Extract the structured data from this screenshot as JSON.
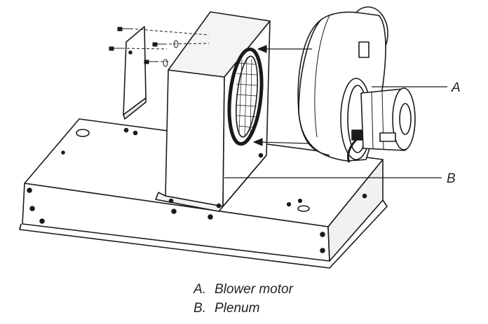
{
  "callouts": {
    "a": "A",
    "b": "B"
  },
  "legend": [
    {
      "key": "A.",
      "text": "Blower motor"
    },
    {
      "key": "B.",
      "text": "Plenum"
    }
  ],
  "colors": {
    "line": "#1a1a1a",
    "text": "#222222",
    "shade": "#e8e8e8",
    "fill": "#ffffff"
  }
}
